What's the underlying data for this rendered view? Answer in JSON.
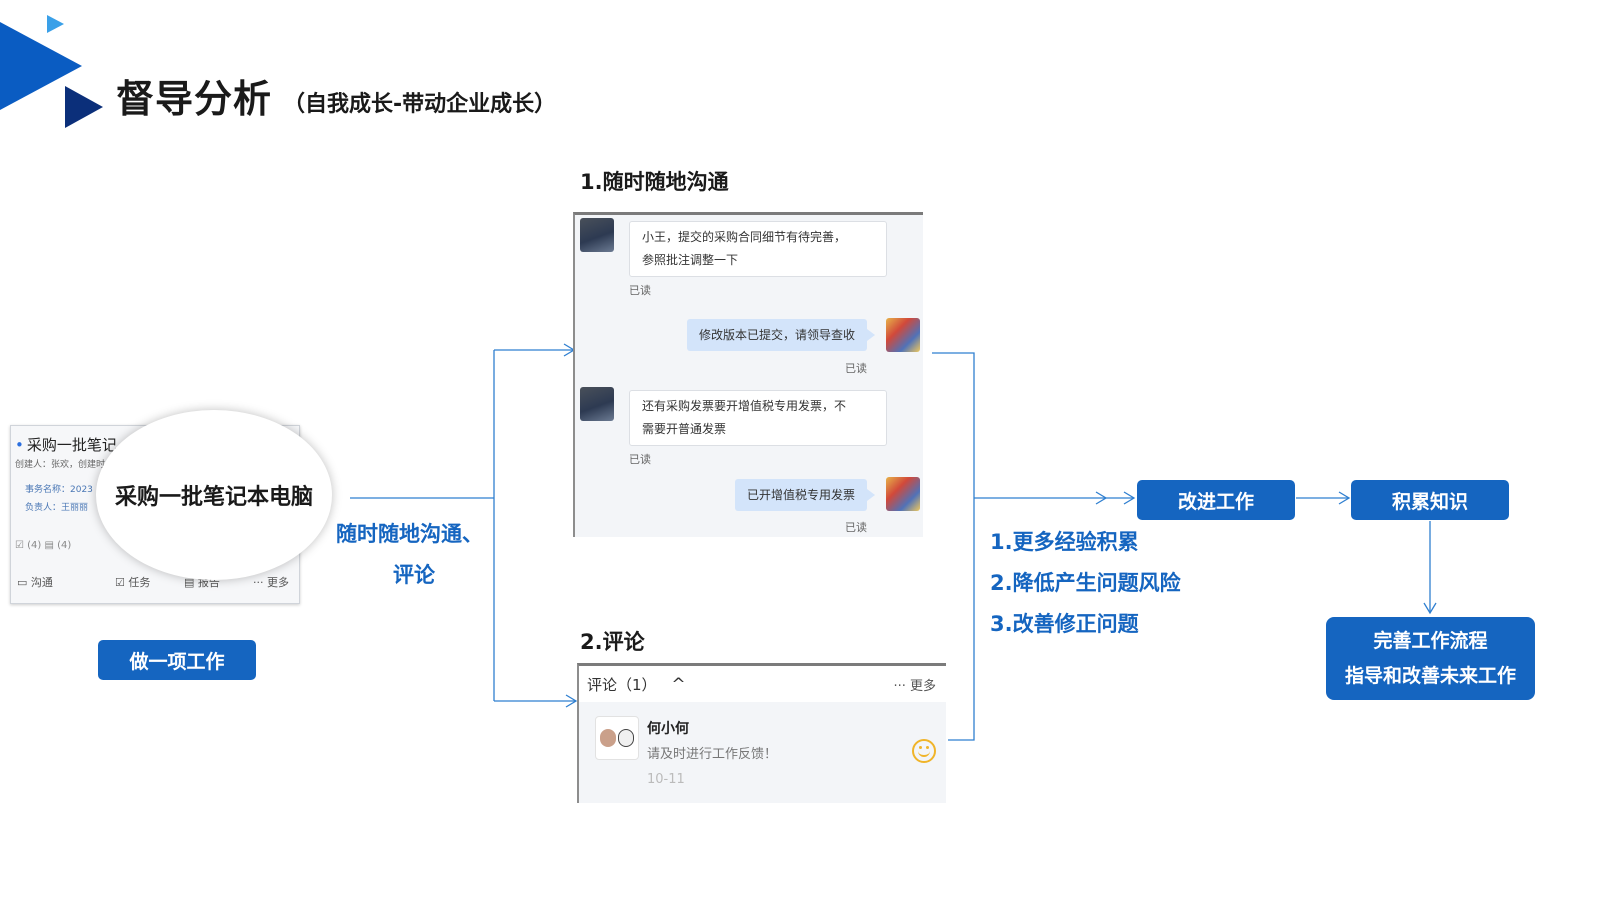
{
  "header": {
    "title": "督导分析",
    "subtitle": "（自我成长-带动企业成长）"
  },
  "task_card": {
    "title": "采购一批笔记",
    "creator": "创建人：张欢，创建时",
    "name": "事务名称：2023",
    "owner": "负责人：王丽丽",
    "counts": "☑ (4)  ▤ (4)",
    "footer": {
      "comm": "沟通",
      "task": "任务",
      "report": "报告",
      "more": "··· 更多"
    }
  },
  "zoom_text": "采购一批笔记本电脑",
  "do_work_label": "做一项工作",
  "comm_label": {
    "line1": "随时随地沟通、",
    "line2": "评论"
  },
  "section1_title": "1.随时随地沟通",
  "chat": {
    "msg1": {
      "line1": "小王，提交的采购合同细节有待完善，",
      "line2": "参照批注调整一下",
      "read": "已读"
    },
    "msg2": {
      "text": "修改版本已提交，请领导查收",
      "read": "已读"
    },
    "msg3": {
      "line1": "还有采购发票要开增值税专用发票，不",
      "line2": "需要开普通发票",
      "read": "已读"
    },
    "msg4": {
      "text": "已开增值税专用发票",
      "read": "已读"
    }
  },
  "section2_title": "2.评论",
  "comment": {
    "header_left": "评论（1）",
    "header_caret": "^",
    "header_right": "··· 更多",
    "user": "何小何",
    "text": "请及时进行工作反馈！",
    "date": "10-11"
  },
  "flow": {
    "improve": "改进工作",
    "accumulate": "积累知识",
    "perfect_line1": "完善工作流程",
    "perfect_line2": "指导和改善未来工作"
  },
  "benefits": [
    "1.更多经验积累",
    "2.降低产生问题风险",
    "3.改善修正问题"
  ],
  "colors": {
    "accent": "#1565c0",
    "triangle_light": "#0a5cc2",
    "triangle_dark": "#0b2f7a"
  }
}
